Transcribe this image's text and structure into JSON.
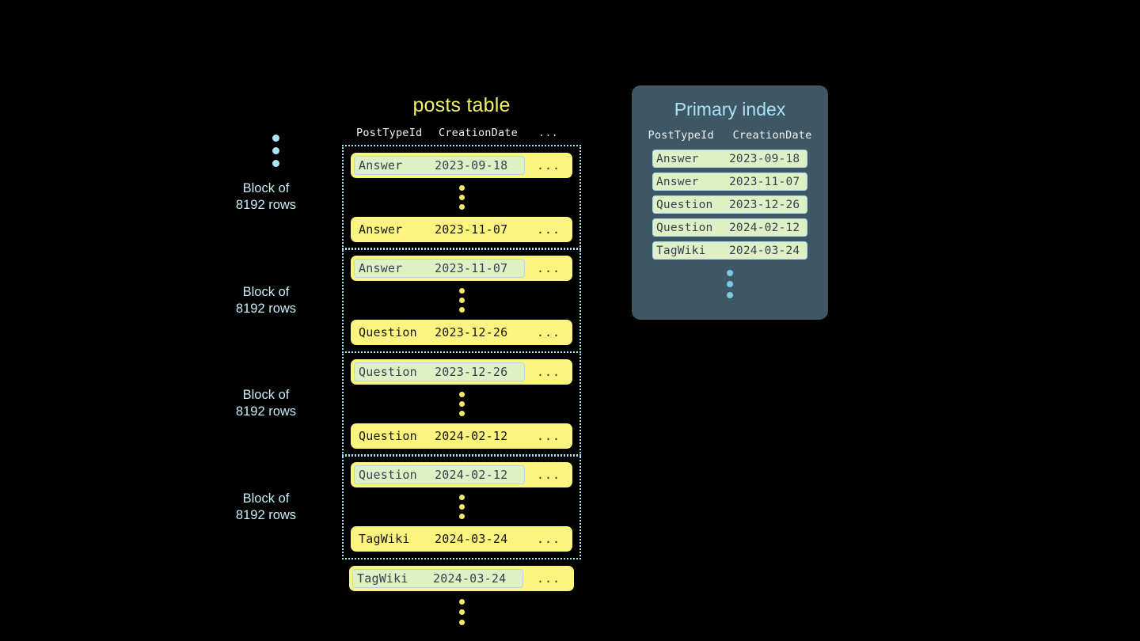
{
  "posts_table": {
    "title": "posts table",
    "columns": [
      "PostTypeId",
      "CreationDate",
      "..."
    ],
    "blocks": [
      {
        "label": "Block of\n8192 rows",
        "first_row": {
          "post_type_id": "Answer",
          "creation_date": "2023-09-18",
          "rest": "...",
          "marked": true
        },
        "last_row": {
          "post_type_id": "Answer",
          "creation_date": "2023-11-07",
          "rest": "...",
          "marked": false
        }
      },
      {
        "label": "Block of\n8192 rows",
        "first_row": {
          "post_type_id": "Answer",
          "creation_date": "2023-11-07",
          "rest": "...",
          "marked": true
        },
        "last_row": {
          "post_type_id": "Question",
          "creation_date": "2023-12-26",
          "rest": "...",
          "marked": false
        }
      },
      {
        "label": "Block of\n8192 rows",
        "first_row": {
          "post_type_id": "Question",
          "creation_date": "2023-12-26",
          "rest": "...",
          "marked": true
        },
        "last_row": {
          "post_type_id": "Question",
          "creation_date": "2024-02-12",
          "rest": "...",
          "marked": false
        }
      },
      {
        "label": "Block of\n8192 rows",
        "first_row": {
          "post_type_id": "Question",
          "creation_date": "2024-02-12",
          "rest": "...",
          "marked": true
        },
        "last_row": {
          "post_type_id": "TagWiki",
          "creation_date": "2024-03-24",
          "rest": "...",
          "marked": false
        }
      }
    ],
    "tail_row": {
      "post_type_id": "TagWiki",
      "creation_date": "2024-03-24",
      "rest": "...",
      "marked": true
    }
  },
  "primary_index": {
    "title": "Primary index",
    "columns": [
      "PostTypeId",
      "CreationDate"
    ],
    "rows": [
      {
        "post_type_id": "Answer",
        "creation_date": "2023-09-18"
      },
      {
        "post_type_id": "Answer",
        "creation_date": "2023-11-07"
      },
      {
        "post_type_id": "Question",
        "creation_date": "2023-12-26"
      },
      {
        "post_type_id": "Question",
        "creation_date": "2024-02-12"
      },
      {
        "post_type_id": "TagWiki",
        "creation_date": "2024-03-24"
      }
    ]
  },
  "colors": {
    "background": "#000000",
    "row_yellow": "#fbf47e",
    "mark_green": "#dff0c6",
    "accent_blue": "#a9e4f2",
    "panel_slate": "#3f5765",
    "title_yellow": "#f2f06a"
  }
}
